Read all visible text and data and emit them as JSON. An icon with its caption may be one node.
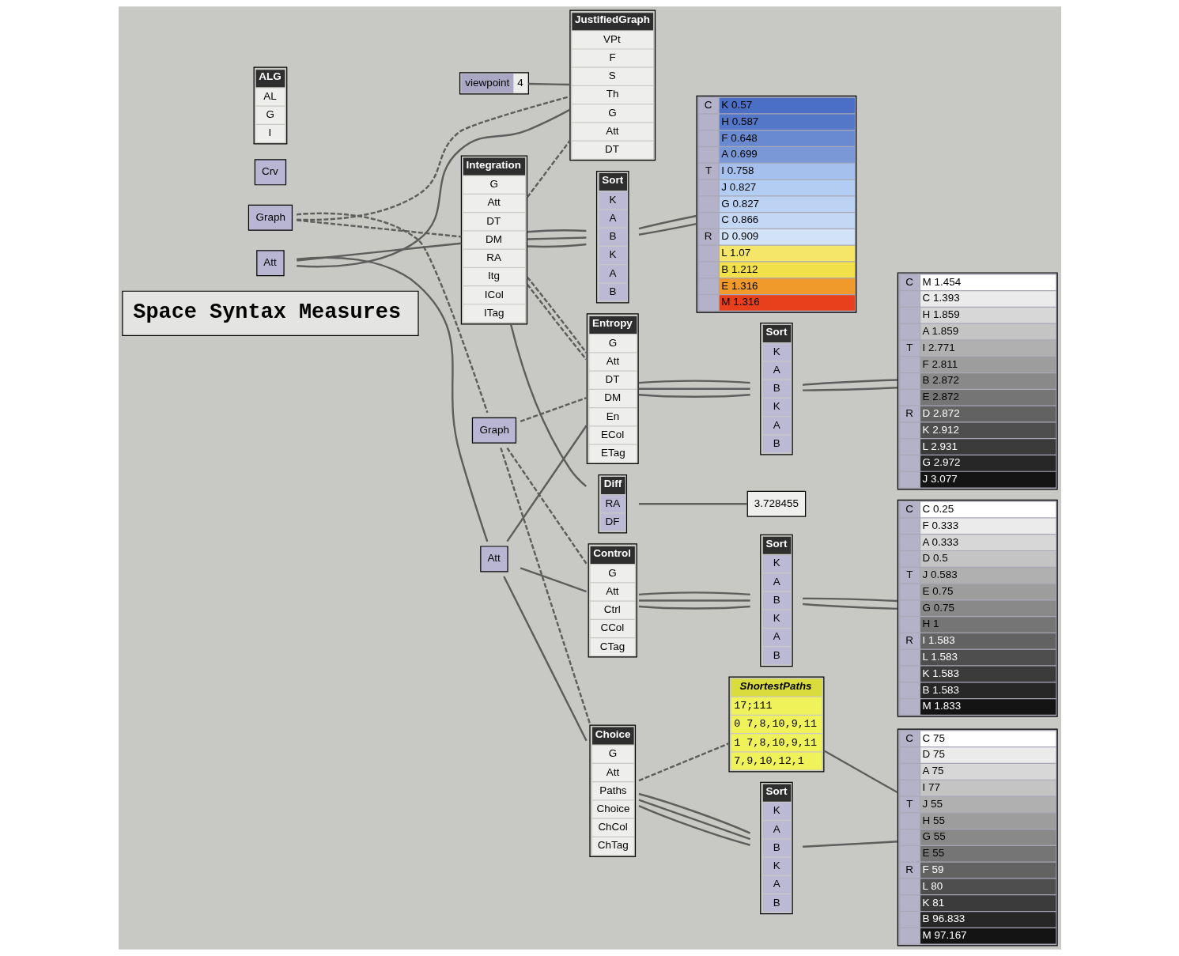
{
  "diagram": {
    "nodes": [
      {
        "text": [
          "Space Syntax Measures"
        ]
      },
      {
        "text": [
          "viewpoint",
          "4"
        ]
      },
      {
        "text": [
          "Crv"
        ]
      },
      {
        "text": [
          "ALG",
          "AL",
          "G",
          "I"
        ]
      },
      {
        "text": [
          "Graph"
        ]
      },
      {
        "text": [
          "Att"
        ]
      },
      {
        "text": [
          "JustifiedGraph",
          "VPt",
          "F",
          "S",
          "Th",
          "G",
          "Att",
          "DT"
        ]
      },
      {
        "text": [
          "Graph"
        ]
      },
      {
        "text": [
          "Att"
        ]
      },
      {
        "text": [
          "Choice",
          "G",
          "Att",
          "Paths",
          "Choice",
          "ChCol",
          "ChTag"
        ]
      },
      {
        "text": [
          "ShortestPaths",
          "17;111",
          "0 7,8,10,9,11",
          "1 7,8,10,9,11",
          "7,9,10,12,1"
        ]
      },
      {
        "text": [
          "Sort",
          "K",
          "A",
          "B",
          "K",
          "A",
          "B"
        ]
      },
      {
        "text": [
          "C",
          "T",
          "R",
          "C 75",
          "D 75",
          "A 75",
          "I 77",
          "J 55",
          "H 55",
          "G 55",
          "E 55",
          "F 59",
          "L 80",
          "K 81",
          "B 96.833",
          "M 97.167"
        ]
      },
      {
        "text": [
          "Control",
          "G",
          "Att",
          "Ctrl",
          "CCol",
          "CTag"
        ]
      },
      {
        "text": [
          "Sort",
          "K",
          "A",
          "B",
          "K",
          "A",
          "B"
        ]
      },
      {
        "text": [
          "C",
          "T",
          "R",
          "C 0.25",
          "F 0.333",
          "A 0.333",
          "D 0.5",
          "J 0.583",
          "E 0.75",
          "G 0.75",
          "H 1",
          "I 1.583",
          "L 1.583",
          "K 1.583",
          "B 1.583",
          "M 1.833"
        ]
      },
      {
        "text": [
          "Entropy",
          "G",
          "Att",
          "DT",
          "DM",
          "En",
          "ECol",
          "ETag"
        ]
      },
      {
        "text": [
          "Sort",
          "K",
          "A",
          "B",
          "K",
          "A",
          "B"
        ]
      },
      {
        "text": [
          "C",
          "T",
          "R",
          "M 1.454",
          "C 1.393",
          "H 1.859",
          "A 1.859",
          "I 2.771",
          "F 2.811",
          "B 2.872",
          "E 2.872",
          "D 2.872",
          "K 2.912",
          "L 2.931",
          "G 2.972",
          "J 3.077"
        ]
      },
      {
        "text": [
          "Integration",
          "G",
          "Att",
          "DT",
          "DM",
          "RA",
          "Itg",
          "ICol",
          "ITag"
        ]
      },
      {
        "text": [
          "Sort",
          "K",
          "A",
          "B",
          "K",
          "A",
          "B"
        ]
      },
      {
        "text": [
          "C",
          "T",
          "R",
          "K 0.57",
          "H 0.587",
          "F 0.648",
          "A 0.699",
          "I 0.758",
          "J 0.827",
          "G 0.827",
          "C 0.866",
          "D 0.909",
          "L 1.07",
          "B 1.212",
          "E 1.316",
          "M 1.316"
        ]
      },
      {
        "text": [
          "Diff",
          "RA",
          "DF"
        ]
      },
      {
        "text": [
          "3.728455"
        ]
      }
    ],
    "edges": [
      {
        "from": 1,
        "to": 6,
        "arrow": "none"
      },
      {
        "from": 7,
        "to": 4,
        "arrow": "none",
        "style": "dashed"
      },
      {
        "from": 8,
        "to": 5,
        "arrow": "none"
      },
      {
        "from": 7,
        "to": 6,
        "arrow": "none",
        "style": "dashed"
      },
      {
        "from": 8,
        "to": 6,
        "arrow": "none"
      },
      {
        "from": 7,
        "to": 19,
        "arrow": "none",
        "style": "dashed"
      },
      {
        "from": 8,
        "to": 19,
        "arrow": "none"
      },
      {
        "from": 4,
        "to": 9,
        "arrow": "none",
        "style": "dashed"
      },
      {
        "from": 5,
        "to": 9,
        "arrow": "none"
      },
      {
        "from": 4,
        "to": 13,
        "arrow": "none",
        "style": "dashed"
      },
      {
        "from": 5,
        "to": 13,
        "arrow": "none"
      },
      {
        "from": 4,
        "to": 16,
        "arrow": "none",
        "style": "dashed"
      },
      {
        "from": 5,
        "to": 16,
        "arrow": "none"
      },
      {
        "from": 19,
        "to": 6,
        "arrow": "none",
        "style": "dashed"
      },
      {
        "from": 19,
        "to": 16,
        "arrow": "none",
        "style": "dashed"
      },
      {
        "from": 19,
        "to": 16,
        "arrow": "none",
        "style": "dashed"
      },
      {
        "from": 9,
        "to": 10,
        "arrow": "none",
        "style": "dashed"
      },
      {
        "from": 9,
        "to": 11,
        "arrow": "none"
      },
      {
        "from": 9,
        "to": 11,
        "arrow": "none"
      },
      {
        "from": 9,
        "to": 11,
        "arrow": "none"
      },
      {
        "from": 10,
        "to": 12,
        "arrow": "none"
      },
      {
        "from": 11,
        "to": 12,
        "arrow": "none"
      },
      {
        "from": 13,
        "to": 14,
        "arrow": "none"
      },
      {
        "from": 13,
        "to": 14,
        "arrow": "none"
      },
      {
        "from": 13,
        "to": 14,
        "arrow": "none"
      },
      {
        "from": 14,
        "to": 15,
        "arrow": "none"
      },
      {
        "from": 14,
        "to": 15,
        "arrow": "none"
      },
      {
        "from": 16,
        "to": 17,
        "arrow": "none"
      },
      {
        "from": 16,
        "to": 17,
        "arrow": "none"
      },
      {
        "from": 16,
        "to": 17,
        "arrow": "none"
      },
      {
        "from": 17,
        "to": 18,
        "arrow": "none"
      },
      {
        "from": 17,
        "to": 18,
        "arrow": "none"
      },
      {
        "from": 19,
        "to": 20,
        "arrow": "none"
      },
      {
        "from": 19,
        "to": 20,
        "arrow": "none"
      },
      {
        "from": 19,
        "to": 20,
        "arrow": "none"
      },
      {
        "from": 20,
        "to": 21,
        "arrow": "none"
      },
      {
        "from": 20,
        "to": 21,
        "arrow": "none"
      },
      {
        "from": 19,
        "to": 22,
        "arrow": "none"
      },
      {
        "from": 22,
        "to": 23,
        "arrow": "none"
      }
    ]
  }
}
